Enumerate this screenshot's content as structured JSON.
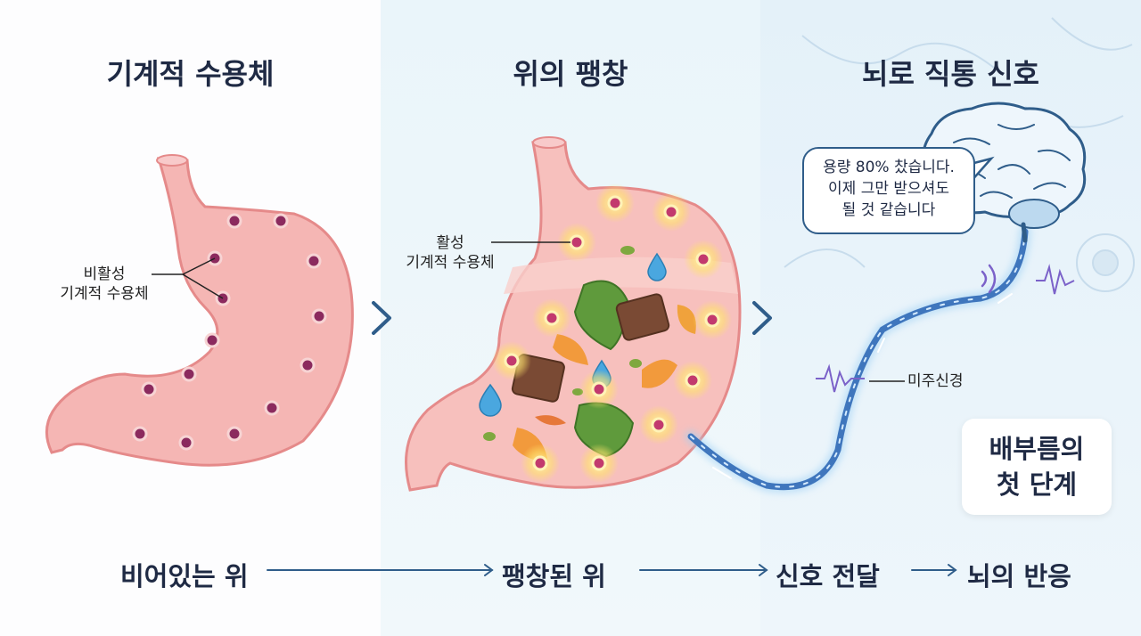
{
  "panels": [
    {
      "title": "기계적 수용체",
      "label": [
        "비활성",
        "기계적 수용체"
      ]
    },
    {
      "title": "위의 팽창",
      "label": [
        "활성",
        "기계적 수용체"
      ]
    },
    {
      "title": "뇌로 직통 신호",
      "nerve_label": "미주신경",
      "bubble": [
        "용량 80% 찼습니다.",
        "이제 그만 받으셔도",
        "될 것 같습니다"
      ],
      "badge": [
        "배부름의",
        "첫 단계"
      ]
    }
  ],
  "flow": [
    "비어있는 위",
    "팽창된 위",
    "신호 전달",
    "뇌의 반응"
  ],
  "icons": [
    "chevron-right-icon",
    "chevron-right-icon"
  ],
  "colors": {
    "stomach": "#f5b6b4",
    "stomach_outline": "#e58a8a",
    "receptor": "#8b2a5e",
    "nerve": "#4a84c8",
    "text": "#1f2a44",
    "arrow": "#2f5d8a"
  }
}
